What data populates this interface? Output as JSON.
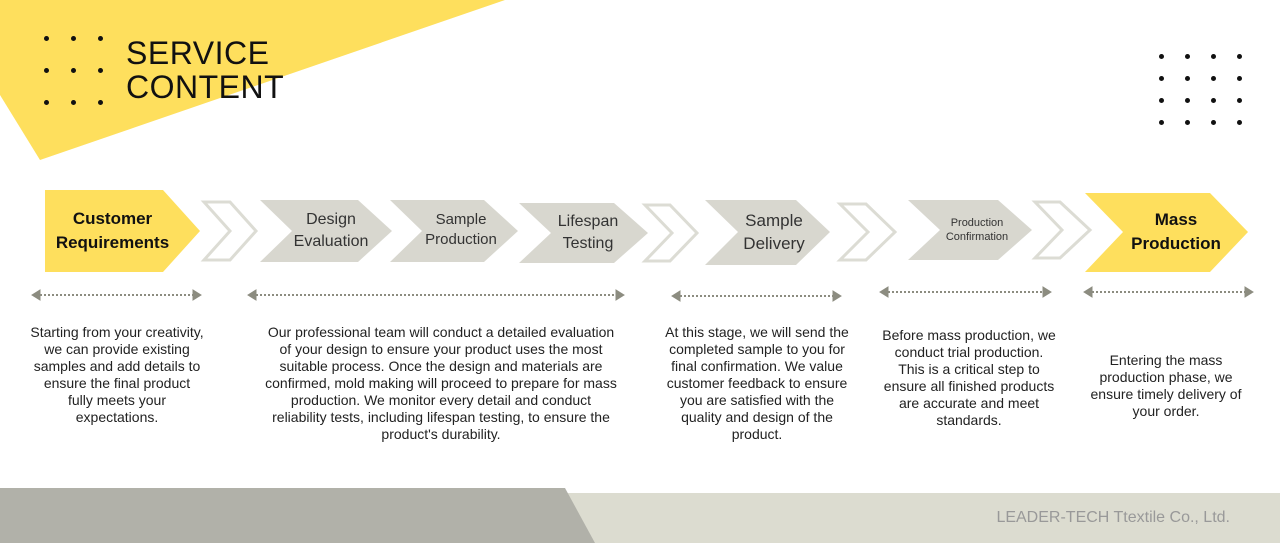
{
  "header": {
    "title_line1": "SERVICE",
    "title_line2": "CONTENT"
  },
  "colors": {
    "yellow": "#fedf5d",
    "gray": "#d8d7cf",
    "outline": "#dcdcd4",
    "arrow": "#8c8c80"
  },
  "steps": [
    {
      "label_line1": "Customer",
      "label_line2": "Requirements"
    },
    {
      "label_line1": "Design",
      "label_line2": "Evaluation"
    },
    {
      "label_line1": "Sample",
      "label_line2": "Production"
    },
    {
      "label_line1": "Lifespan",
      "label_line2": "Testing"
    },
    {
      "label_line1": "Sample",
      "label_line2": "Delivery"
    },
    {
      "label_line1": "Production",
      "label_line2": "Confirmation"
    },
    {
      "label_line1": "Mass",
      "label_line2": "Production"
    }
  ],
  "descriptions": [
    "Starting from your creativity, we can provide existing samples and add details to ensure the final product fully meets your expectations.",
    "Our professional team will conduct a detailed evaluation of your design to ensure your product uses the most suitable process. Once the design and materials are confirmed, mold making will proceed to prepare for mass production. We monitor every detail and conduct reliability tests, including lifespan testing, to ensure the product's durability.",
    "At this stage, we will send the completed sample to you for final confirmation. We value customer feedback to ensure you are satisfied with the quality and design of the product.",
    "Before mass production, we conduct trial production. This is a critical step to ensure all finished products are accurate and meet standards.",
    "Entering the mass production phase, we ensure timely delivery of your order."
  ],
  "footer": {
    "company": "LEADER-TECH Ttextile Co., Ltd."
  }
}
